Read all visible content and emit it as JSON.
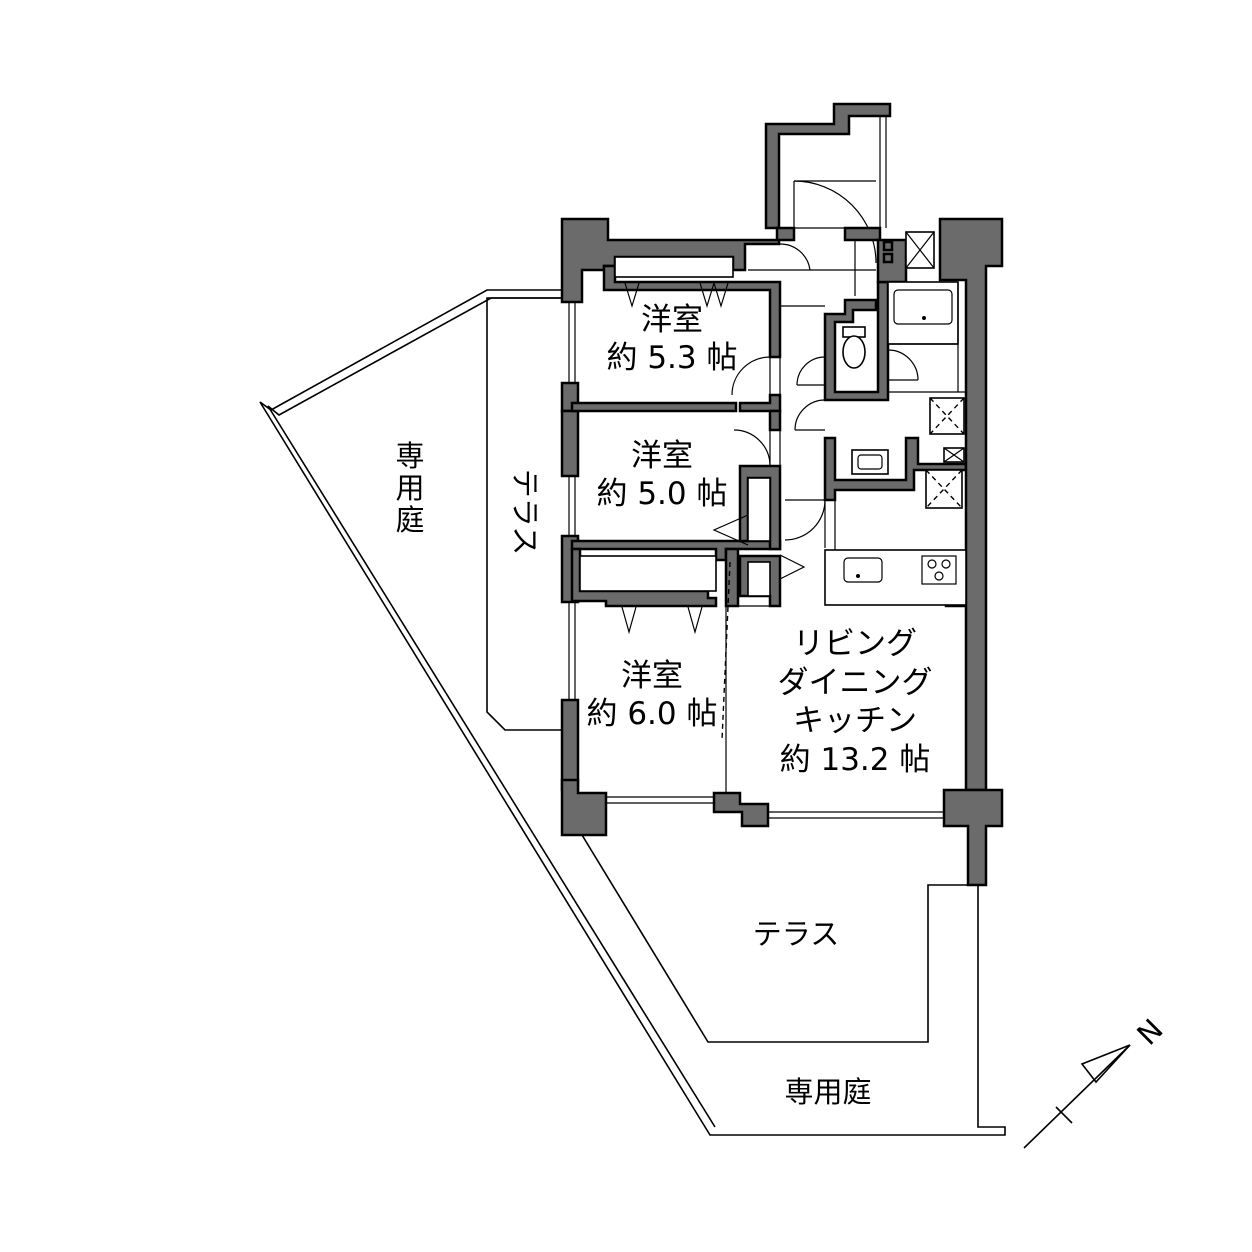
{
  "rooms": {
    "western_1": {
      "name": "洋室",
      "size": "約 5.3 帖"
    },
    "western_2": {
      "name": "洋室",
      "size": "約 5.0 帖"
    },
    "western_3": {
      "name": "洋室",
      "size": "約 6.0 帖"
    },
    "ldk": {
      "line1": "リビング",
      "line2": "ダイニング",
      "line3": "キッチン",
      "size": "約 13.2 帖"
    }
  },
  "exterior": {
    "terrace_west": "テラス",
    "terrace_south": "テラス",
    "garden_west": [
      "専",
      "用",
      "庭"
    ],
    "garden_south": "専用庭"
  },
  "compass": {
    "label": "N"
  },
  "colors": {
    "wall": "#6b6b6b",
    "line": "#000000",
    "background": "#ffffff"
  }
}
